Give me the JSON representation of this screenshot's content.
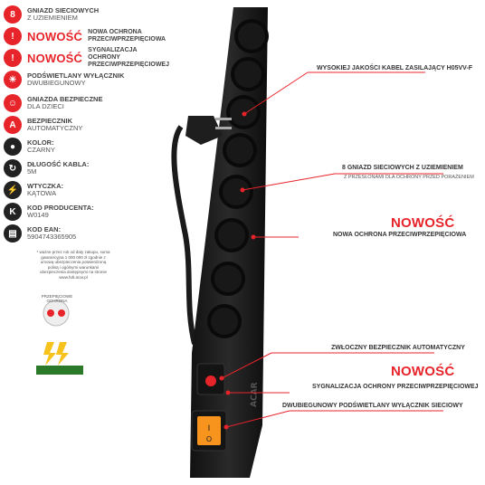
{
  "features": [
    {
      "icon": "8",
      "title": "GNIAZD SIECIOWYCH",
      "value": "Z UZIEMIENIEM"
    },
    {
      "icon": "!",
      "title": "NOWOŚĆ",
      "value": "NOWA OCHRONA PRZECIWPRZEPIĘCIOWA"
    },
    {
      "icon": "!",
      "title": "NOWOŚĆ",
      "value": "SYGNALIZACJA OCHRONY PRZECIWPRZEPIĘCIOWEJ"
    },
    {
      "icon": "☀",
      "title": "PODŚWIETLANY WYŁĄCZNIK",
      "value": "DWUBIEGUNOWY"
    },
    {
      "icon": "☺",
      "title": "GNIAZDA BEZPIECZNE",
      "value": "DLA DZIECI"
    },
    {
      "icon": "A",
      "title": "BEZPIECZNIK",
      "value": "AUTOMATYCZNY"
    },
    {
      "icon": "●",
      "title": "KOLOR:",
      "value": "CZARNY"
    },
    {
      "icon": "↻",
      "title": "DŁUGOŚĆ KABLA:",
      "value": "5m"
    },
    {
      "icon": "⚡",
      "title": "WTYCZKA:",
      "value": "KĄTOWA"
    },
    {
      "icon": "K",
      "title": "KOD PRODUCENTA:",
      "value": "W0149"
    },
    {
      "icon": "▤",
      "title": "KOD EAN:",
      "value": "5904743365905"
    }
  ],
  "note": "* ważne przez rok od daty zakupu, suma gwarancyjna 1 000 000 zł zgodnie z umową ubezpieczenia potwierdzoną polisą i ogólnymi warunkami ubezpieczenia dostępnymi na stronie www.hdt.acar.pl",
  "badge1": "PRZEPIĘCIOWE OCHRONA",
  "badge2": "PRZEPIĘCIOWA",
  "callouts": {
    "cable": "WYSOKIEJ JAKOŚCI KABEL ZASILAJĄCY H05VV-F",
    "sockets": "8 GNIAZD SIECIOWYCH Z UZIEMIENIEM",
    "sockets_sub": "Z PRZESŁONAMI DLA OCHRONY PRZED PORAŻENIEM",
    "new1": "NOWOŚĆ",
    "new1_desc": "NOWA OCHRONA PRZECIWPRZEPIĘCIOWA",
    "fuse": "ZWŁOCZNY BEZPIECZNIK AUTOMATYCZNY",
    "new2": "NOWOŚĆ",
    "new2_desc": "SYGNALIZACJA OCHRONY PRZECIWPRZEPIĘCIOWEJ",
    "switch": "DWUBIEGUNOWY PODŚWIETLANY WYŁĄCZNIK SIECIOWY"
  },
  "brand": "ACAR",
  "colors": {
    "accent": "#e8242b",
    "body": "#1c1c1c",
    "switch": "#f7941d"
  }
}
